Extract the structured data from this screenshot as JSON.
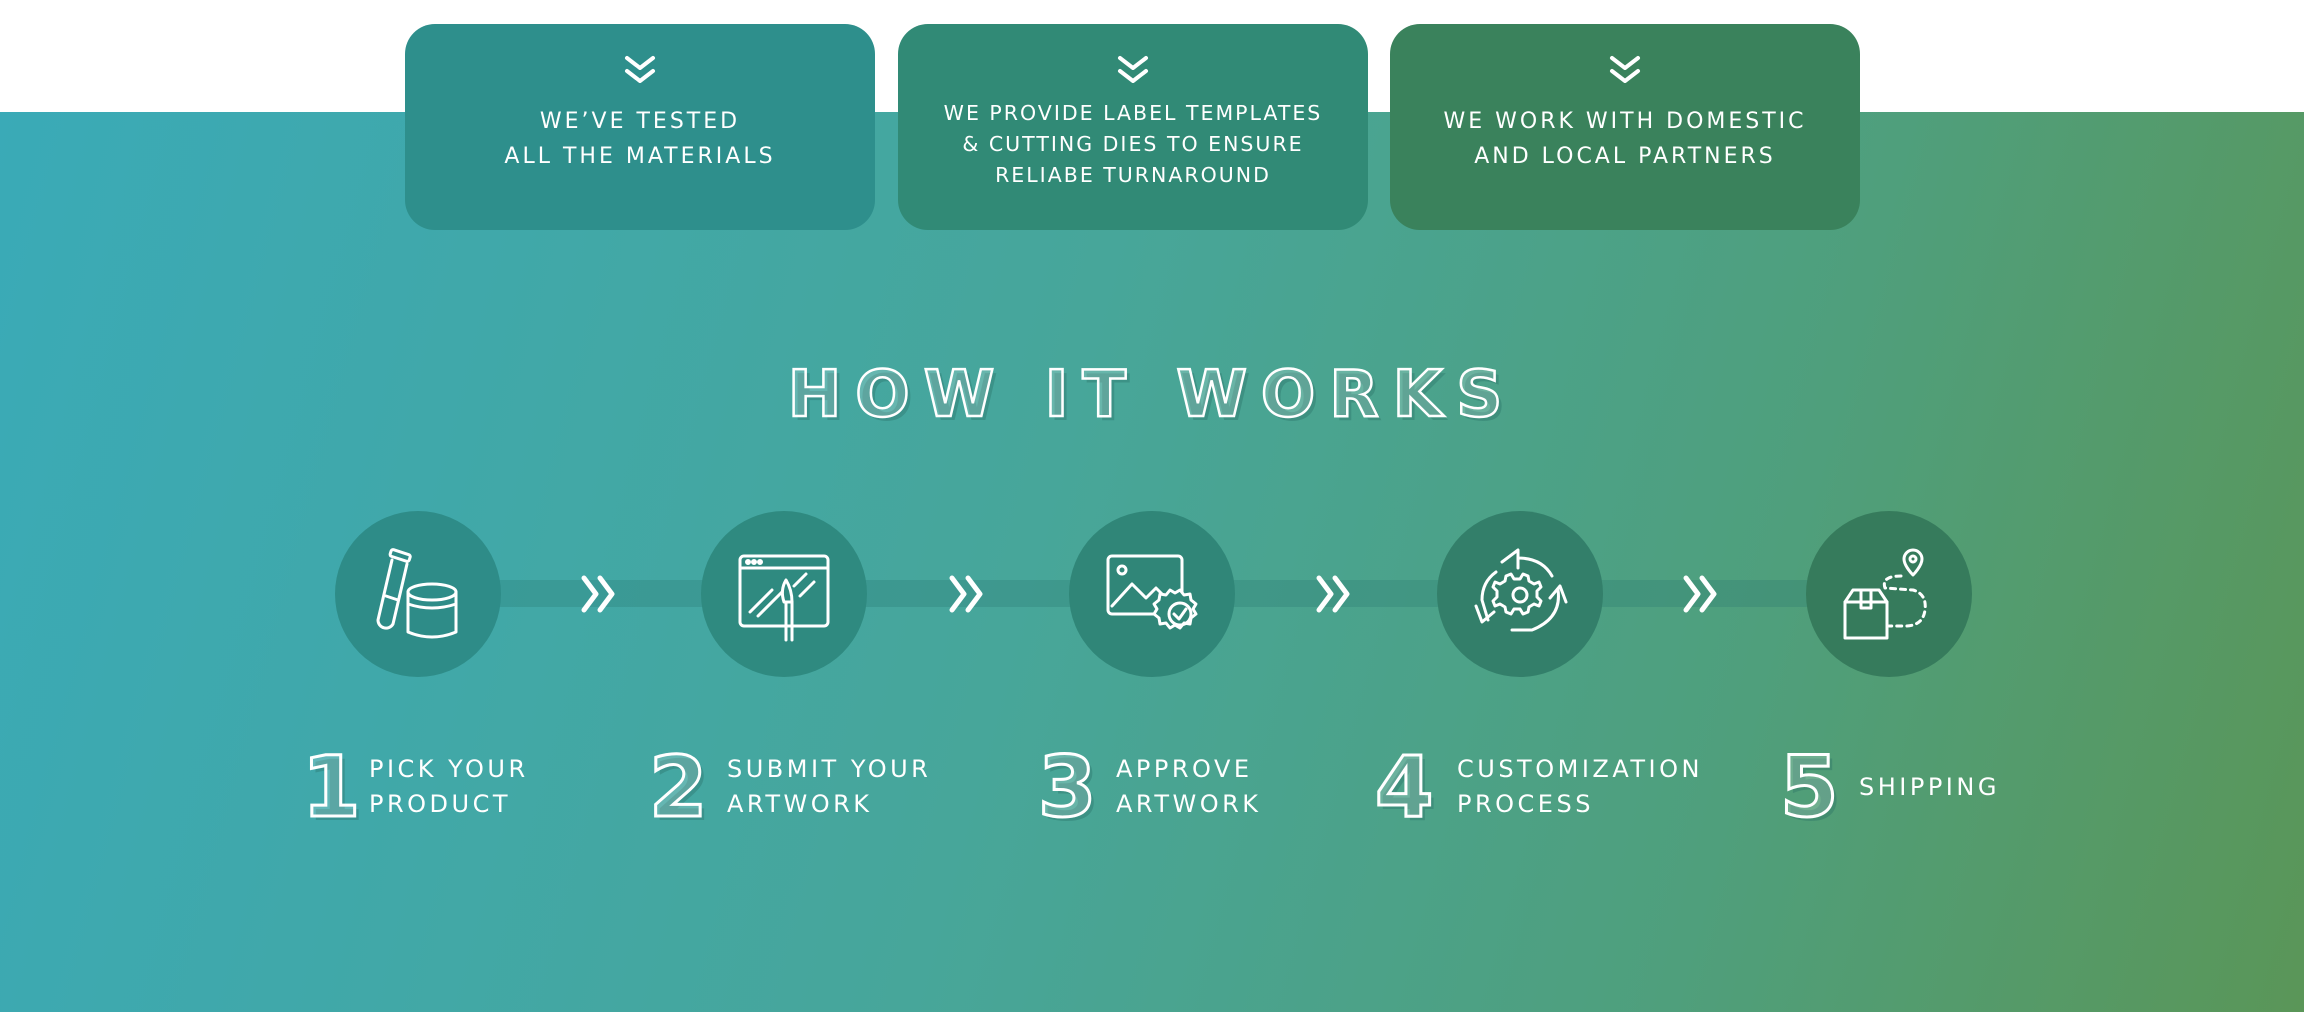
{
  "features": [
    {
      "text": "WE’VE TESTED\nALL THE MATERIALS",
      "color": "#2e8f8c",
      "icon": "double-chevron-down-icon"
    },
    {
      "text": "WE PROVIDE LABEL TEMPLATES\n& CUTTING DIES TO ENSURE\nRELIABE TURNAROUND",
      "color": "#318a76",
      "icon": "double-chevron-down-icon"
    },
    {
      "text": "WE WORK WITH DOMESTIC\nAND LOCAL PARTNERS",
      "color": "#3a825c",
      "icon": "double-chevron-down-icon"
    }
  ],
  "section_title": "HOW IT WORKS",
  "steps": [
    {
      "number": "1",
      "label": "PICK YOUR\nPRODUCT",
      "icon": "test-tube-jar-icon",
      "circle_color": "#2e8c88"
    },
    {
      "number": "2",
      "label": "SUBMIT YOUR\nARTWORK",
      "icon": "artwork-brush-icon",
      "circle_color": "#2f8a80"
    },
    {
      "number": "3",
      "label": "APPROVE\nARTWORK",
      "icon": "image-approve-icon",
      "circle_color": "#308678"
    },
    {
      "number": "4",
      "label": "CUSTOMIZATION\nPROCESS",
      "icon": "gear-cycle-icon",
      "circle_color": "#337f6a"
    },
    {
      "number": "5",
      "label": "SHIPPING",
      "icon": "shipping-box-route-icon",
      "circle_color": "#367b5c"
    }
  ],
  "colors": {
    "band_start": "#3aaab7",
    "band_end": "#5a9658",
    "text": "#ffffff"
  }
}
